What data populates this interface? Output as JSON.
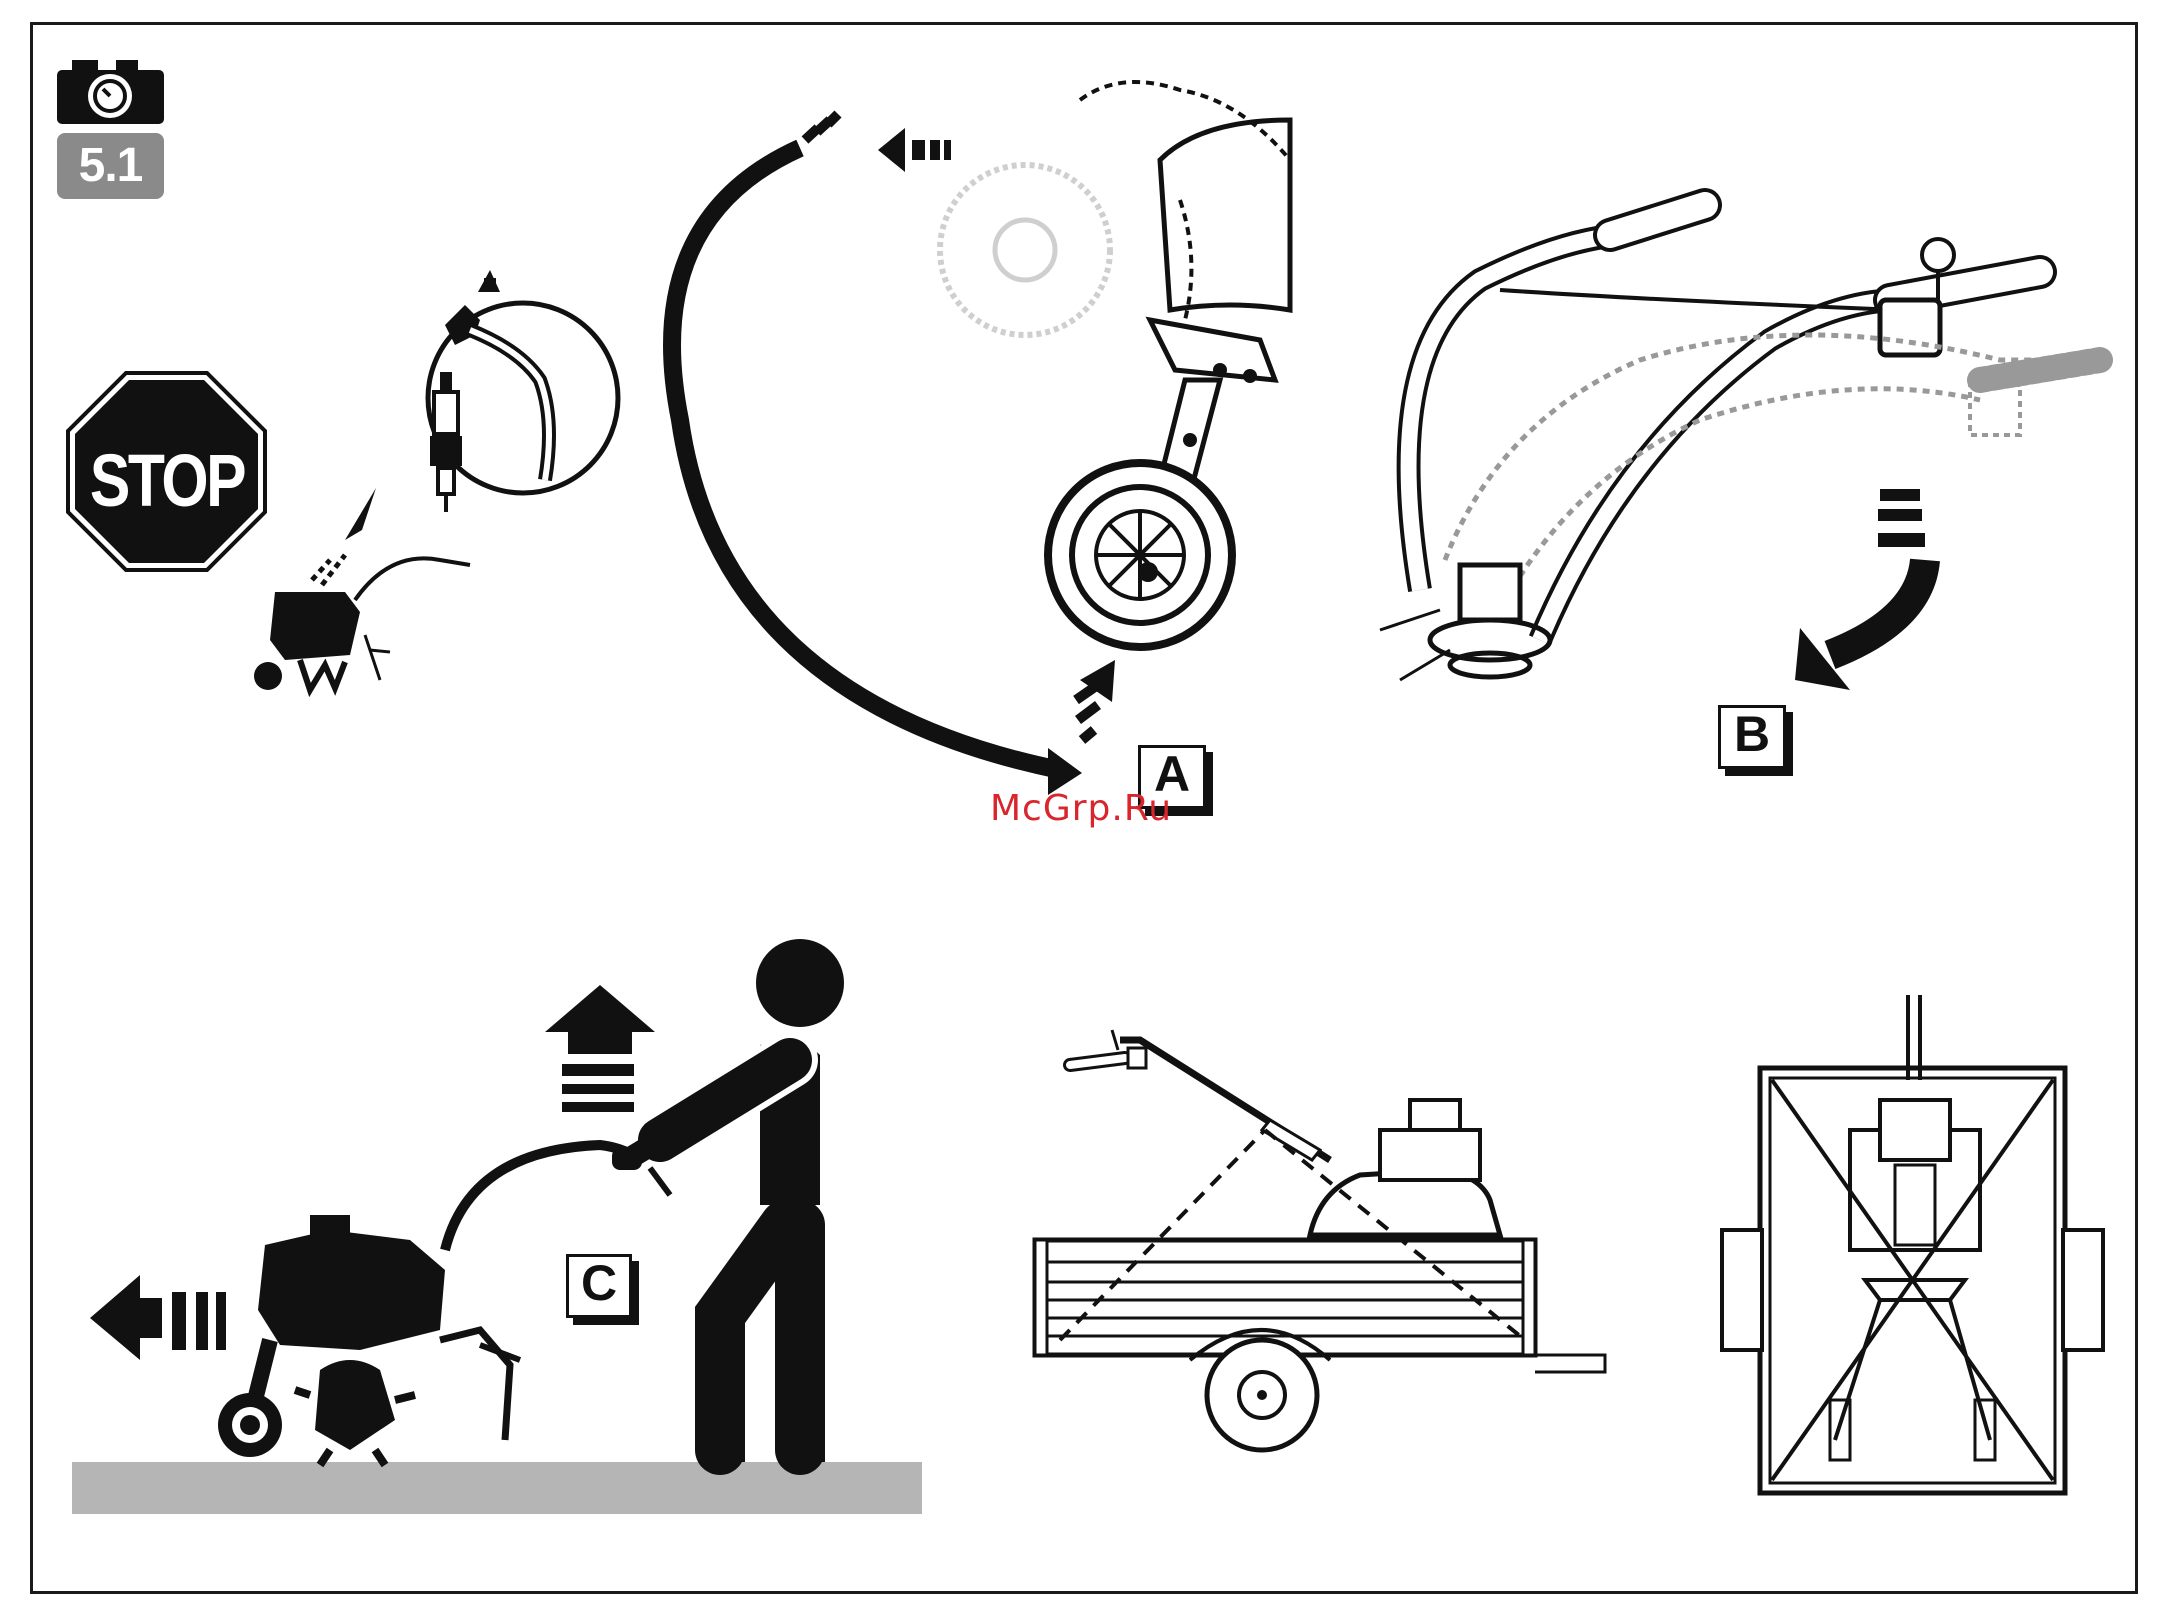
{
  "section_badge": {
    "icon": "camera-icon",
    "number": "5.1"
  },
  "stop_sign": {
    "text": "STOP",
    "color": "#000000"
  },
  "panels": [
    {
      "label": "A"
    },
    {
      "label": "B"
    },
    {
      "label": "C"
    }
  ],
  "watermark": {
    "text": "McGrp.Ru",
    "color": "#d8262c"
  },
  "colors": {
    "ground": "#b5b5b5",
    "badge": "#8a8a8a",
    "ink": "#111111"
  }
}
